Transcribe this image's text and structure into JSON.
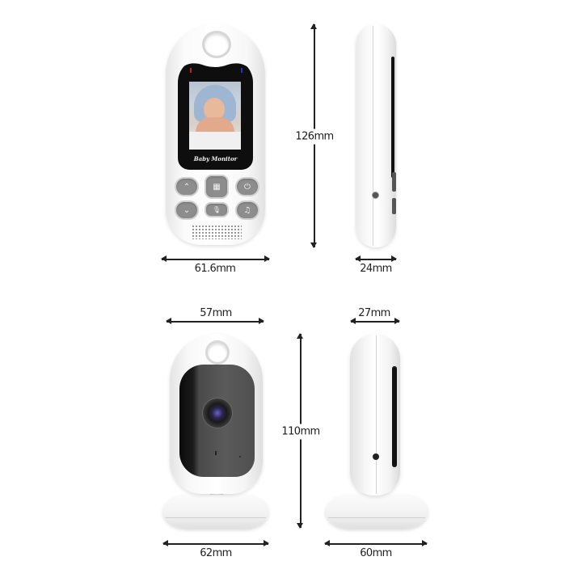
{
  "parent_unit": {
    "screen_brand_text": "Baby Monitor",
    "buttons": [
      {
        "name": "up",
        "glyph": "⌃"
      },
      {
        "name": "menu",
        "glyph": "▦"
      },
      {
        "name": "power-back",
        "glyph": "⏻"
      },
      {
        "name": "down",
        "glyph": "⌄"
      },
      {
        "name": "talk-mic",
        "glyph": "🎙"
      },
      {
        "name": "lullaby",
        "glyph": "♫"
      }
    ],
    "dimensions": {
      "width": "61.6mm",
      "height": "126mm",
      "depth": "24mm"
    }
  },
  "camera_unit": {
    "dimensions": {
      "width_top": "57mm",
      "height": "110mm",
      "base_width": "62mm",
      "depth_top": "27mm",
      "base_depth": "60mm"
    }
  },
  "colors": {
    "device_white": "#ffffff",
    "screen_black": "#0e0e0e",
    "button_gray": "#8d8d8d",
    "led_red": "#c02020",
    "led_blue": "#3030c0",
    "dimension_line": "#222222"
  }
}
